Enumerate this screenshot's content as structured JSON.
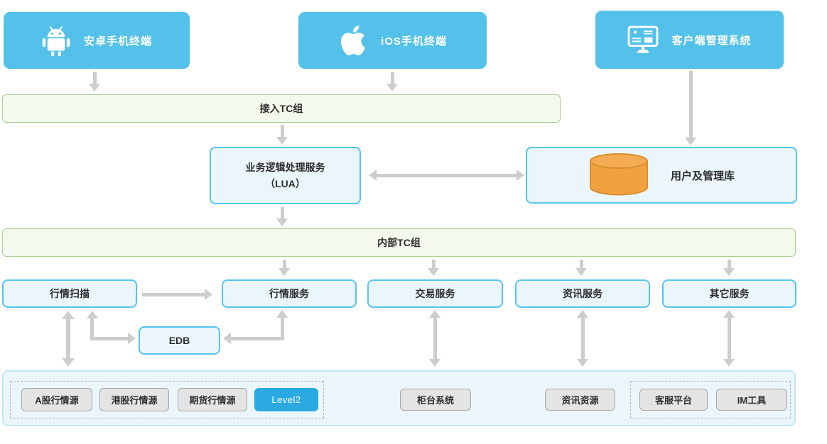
{
  "colors": {
    "terminal_blue": "#53C1E9",
    "level2_blue": "#2BAAE2",
    "box_border_cyan": "#54C5EF",
    "box_bg_light": "#EBF6FC",
    "bar_green_bg": "#F3F9EC",
    "bar_green_border": "#A6D18E",
    "db_orange": "#F0A240",
    "arrow_gray": "#CDCDCD",
    "gray_box_bg": "#E4E4E4"
  },
  "terminals": {
    "android": {
      "label": "安卓手机终端",
      "icon": "android-icon"
    },
    "ios": {
      "label": "iOS手机终端",
      "icon": "apple-icon"
    },
    "client_mgmt": {
      "label": "客户端管理系统",
      "icon": "monitor-icon"
    }
  },
  "bars": {
    "access": "接入TC组",
    "internal": "内部TC组"
  },
  "logic_box": {
    "line1": "业务逻辑处理服务",
    "line2": "（LUA）"
  },
  "user_db": {
    "label": "用户及管理库",
    "icon": "database-icon"
  },
  "services": {
    "scan": "行情扫描",
    "market": "行情服务",
    "trade": "交易服务",
    "info": "资讯服务",
    "other": "其它服务"
  },
  "edb_label": "EDB",
  "bottom": {
    "market_sources": [
      "A股行情源",
      "港股行情源",
      "期货行情源",
      "Level2"
    ],
    "counter_system": "柜台系统",
    "info_source": "资讯资源",
    "support_tools": [
      "客服平台",
      "IM工具"
    ]
  }
}
